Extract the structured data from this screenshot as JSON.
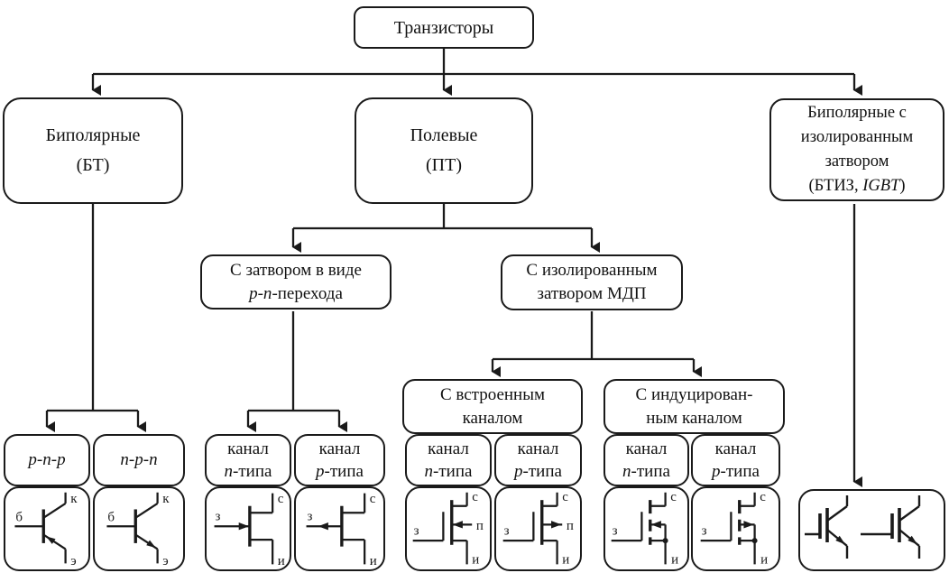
{
  "title_box": "Транзисторы",
  "level1": {
    "bipolar": {
      "line1": "Биполярные",
      "line2": "(БТ)"
    },
    "field": {
      "line1": "Полевые",
      "line2": "(ПТ)"
    },
    "igbt": {
      "line1": "Биполярные с",
      "line2": "изолированным",
      "line3": "затвором",
      "line4_pre": "(БТИЗ, ",
      "line4_italic": "IGBT",
      "line4_post": ")"
    }
  },
  "level2": {
    "jfet": {
      "line1": "С затвором в виде",
      "line2_italic": "p-n",
      "line2_rest": "-перехода"
    },
    "mdp": {
      "line1": "С изолированным",
      "line2": "затвором МДП"
    }
  },
  "level3": {
    "builtin": {
      "line1": "С встроенным",
      "line2": "каналом"
    },
    "induced": {
      "line1": "С индуцирован-",
      "line2": "ным каналом"
    }
  },
  "type_labels": {
    "pnp": "p-n-p",
    "npn": "n-p-n",
    "channel_word": "канал",
    "n_italic": "n",
    "p_italic": "p",
    "type_suffix": "-типа"
  },
  "terminals": {
    "bjt": {
      "base": "б",
      "collector": "к",
      "emitter": "э"
    },
    "fet": {
      "gate": "з",
      "drain": "с",
      "source": "и",
      "substrate": "п"
    }
  },
  "colors": {
    "line": "#1a1a1a",
    "background": "#ffffff"
  }
}
